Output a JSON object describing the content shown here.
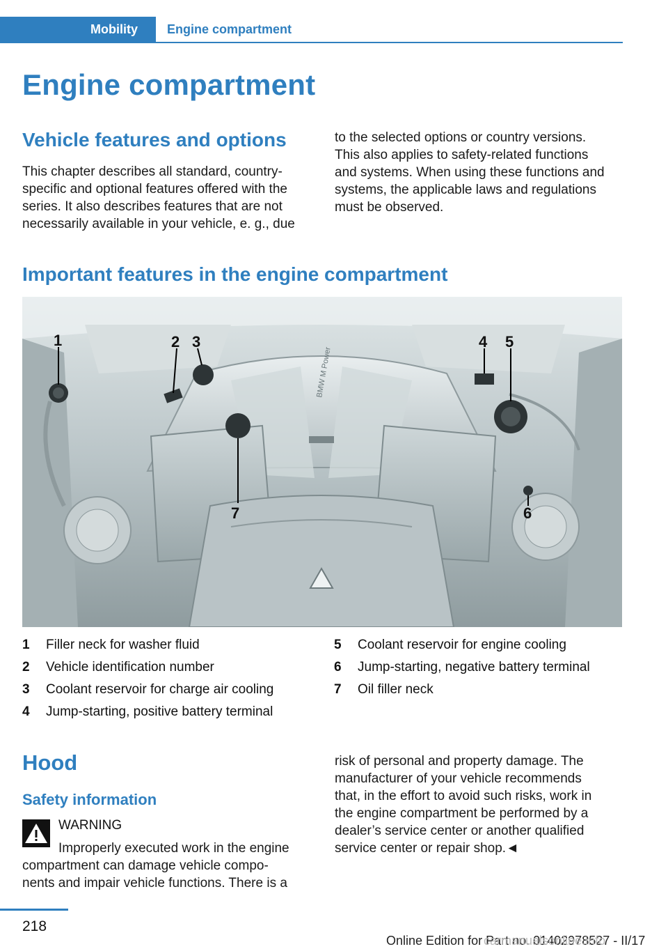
{
  "header": {
    "tab_active": "Mobility",
    "tab_current": "Engine compartment"
  },
  "title": "Engine compartment",
  "section1": {
    "heading": "Vehicle features and options",
    "left_lines": [
      "This chapter describes all standard, country-",
      "specific and optional features offered with the",
      "series. It also describes features that are not",
      "necessarily available in your vehicle, e. g., due"
    ],
    "right_lines": [
      "to the selected options or country versions.",
      "This also applies to safety-related functions",
      "and systems. When using these functions and",
      "systems, the applicable laws and regulations",
      "must be observed."
    ]
  },
  "section2": {
    "heading": "Important features in the engine compartment",
    "figure_callouts": [
      "1",
      "2",
      "3",
      "4",
      "5",
      "6",
      "7"
    ],
    "engine_badge": "BMW M Power",
    "legend_left": [
      {
        "num": "1",
        "text": "Filler neck for washer fluid"
      },
      {
        "num": "2",
        "text": "Vehicle identification number"
      },
      {
        "num": "3",
        "text": "Coolant reservoir for charge air cooling"
      },
      {
        "num": "4",
        "text": "Jump-starting, positive battery terminal"
      }
    ],
    "legend_right": [
      {
        "num": "5",
        "text": "Coolant reservoir for engine cooling"
      },
      {
        "num": "6",
        "text": "Jump-starting, negative battery terminal"
      },
      {
        "num": "7",
        "text": "Oil filler neck"
      }
    ]
  },
  "section3": {
    "heading": "Hood",
    "subheading": "Safety information",
    "warning_title": "WARNING",
    "left_lines": [
      "Improperly executed work in the engine",
      "compartment can damage vehicle compo-",
      "nents and impair vehicle functions. There is a"
    ],
    "right_lines": [
      "risk of personal and property damage. The",
      "manufacturer of your vehicle recommends",
      "that, in the effort to avoid such risks, work in",
      "the engine compartment be performed by a",
      "dealer’s service center or another qualified",
      "service center or repair shop.◄"
    ]
  },
  "footer": {
    "page_number": "218",
    "edition": "Online Edition for Part no. 01402978527 - II/17",
    "watermark": "carmanualsonline.info"
  }
}
